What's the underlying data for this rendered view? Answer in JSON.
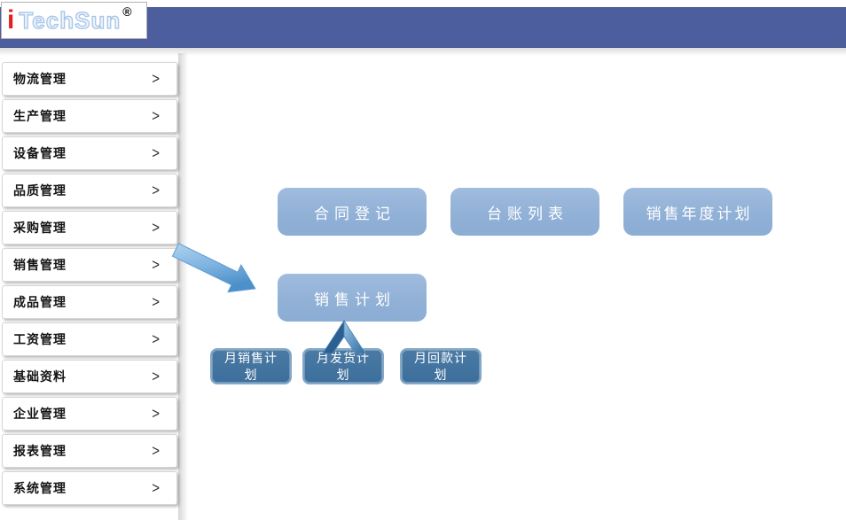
{
  "header": {
    "logo_i": "i",
    "logo_brand": "TechSun",
    "logo_registered": "®"
  },
  "sidebar": {
    "chevron_glyph": ">",
    "items": [
      {
        "id": "logistics",
        "label": "物流管理"
      },
      {
        "id": "production",
        "label": "生产管理"
      },
      {
        "id": "equipment",
        "label": "设备管理"
      },
      {
        "id": "quality",
        "label": "品质管理"
      },
      {
        "id": "purchasing",
        "label": "采购管理"
      },
      {
        "id": "sales",
        "label": "销售管理"
      },
      {
        "id": "finished-goods",
        "label": "成品管理"
      },
      {
        "id": "payroll",
        "label": "工资管理"
      },
      {
        "id": "base-data",
        "label": "基础资料"
      },
      {
        "id": "enterprise",
        "label": "企业管理"
      },
      {
        "id": "reports",
        "label": "报表管理"
      },
      {
        "id": "system",
        "label": "系统管理"
      }
    ]
  },
  "main": {
    "row1_buttons": [
      {
        "label": "合同登记"
      },
      {
        "label": "台账列表"
      },
      {
        "label": "销售年度计划"
      }
    ],
    "sales_plan_button": {
      "label": "销售计划"
    },
    "monthly_buttons": [
      {
        "label": "月销售计划"
      },
      {
        "label": "月发货计划"
      },
      {
        "label": "月回款计划"
      }
    ]
  },
  "colors": {
    "banner_blue": "#4d5e9f",
    "light_button_blue": "#95b3d7",
    "dark_button_blue": "#41739f",
    "arrow_light_blue": "#7eb3e0",
    "arrow_dark_blue": "#2d6092",
    "logo_red": "#e01f1f",
    "logo_outline_blue": "#a3c2e6"
  }
}
